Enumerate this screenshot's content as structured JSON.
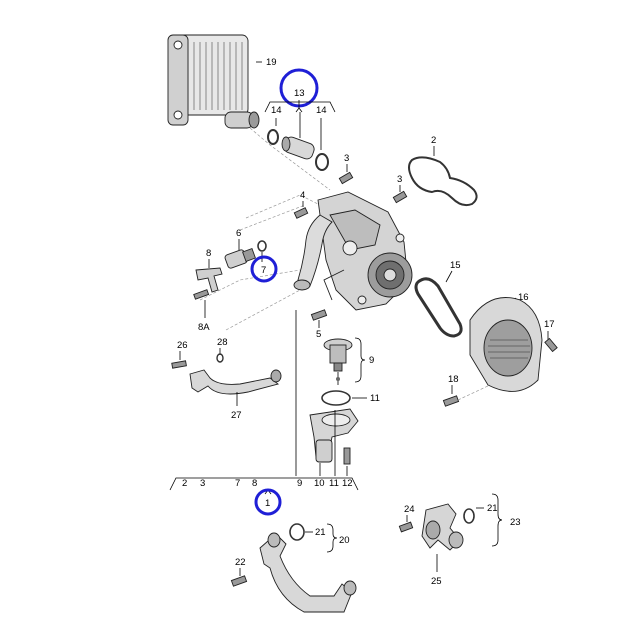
{
  "labels": {
    "l19": "19",
    "l13": "13",
    "l14a": "14",
    "l14b": "14",
    "l2": "2",
    "l3a": "3",
    "l3b": "3",
    "l4": "4",
    "l6": "6",
    "l7": "7",
    "l8": "8",
    "l8a": "8A",
    "l15": "15",
    "l16": "16",
    "l17": "17",
    "l5": "5",
    "l9": "9",
    "l26": "26",
    "l28": "28",
    "l27": "27",
    "l11": "11",
    "l18": "18",
    "l10": "10",
    "l12": "12",
    "b2": "2",
    "b3": "3",
    "b7": "7",
    "b8": "8",
    "b9": "9",
    "b10": "10",
    "b11": "11",
    "b12": "12",
    "l1": "1",
    "l24": "24",
    "l21a": "21",
    "l23": "23",
    "l21b": "21",
    "l20": "20",
    "l22": "22",
    "l25": "25"
  },
  "highlight_color": "#1f1fd6",
  "part_colors": {
    "metal": "#d6d6d6",
    "dark": "#7a7a7a",
    "light": "#ececec"
  }
}
